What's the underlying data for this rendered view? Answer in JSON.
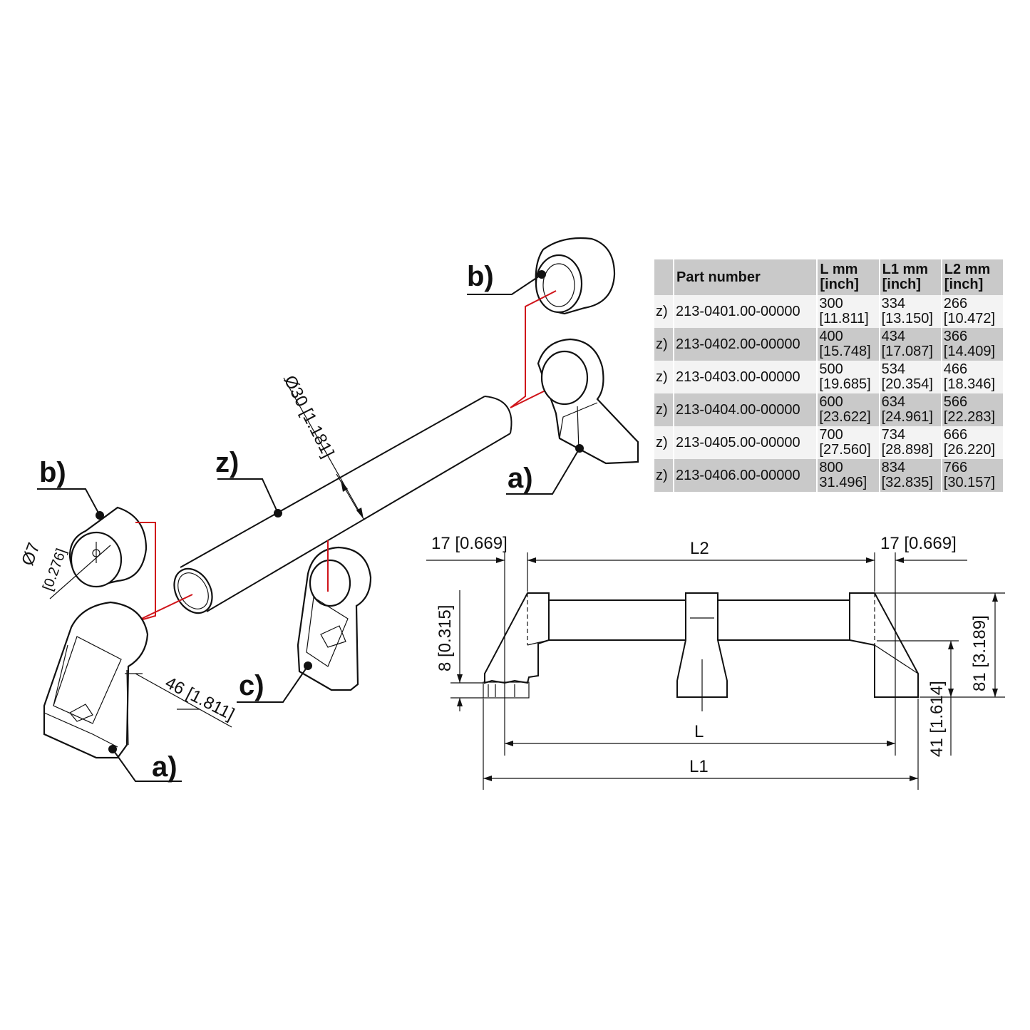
{
  "callouts": {
    "a_left": "a)",
    "a_right": "a)",
    "b_left": "b)",
    "b_top": "b)",
    "c": "c)",
    "z": "z)"
  },
  "dimensions": {
    "tube_diameter": "Ø30 [1.181]",
    "hole_diameter_mm": "Ø7",
    "hole_diameter_in": "[0.276]",
    "foot_width": "46 [1.811]",
    "end_left": "17 [0.669]",
    "end_right": "17 [0.669]",
    "l2": "L2",
    "l": "L",
    "l1": "L1",
    "base_height": "8 [0.315]",
    "total_height": "81 [3.189]",
    "tube_height": "41 [1.614]"
  },
  "table": {
    "headers": {
      "part": "Part number",
      "l_mm": "L mm",
      "l_inch": "[inch]",
      "l1_mm": "L1 mm",
      "l1_inch": "[inch]",
      "l2_mm": "L2 mm",
      "l2_inch": "[inch]"
    },
    "rows": [
      {
        "prefix": "z)",
        "part": "213-0401.00-00000",
        "l": "300",
        "l_in": "[11.811]",
        "l1": "334",
        "l1_in": "[13.150]",
        "l2": "266",
        "l2_in": "[10.472]"
      },
      {
        "prefix": "z)",
        "part": "213-0402.00-00000",
        "l": "400",
        "l_in": "[15.748]",
        "l1": "434",
        "l1_in": "[17.087]",
        "l2": "366",
        "l2_in": "[14.409]"
      },
      {
        "prefix": "z)",
        "part": "213-0403.00-00000",
        "l": "500",
        "l_in": "[19.685]",
        "l1": "534",
        "l1_in": "[20.354]",
        "l2": "466",
        "l2_in": "[18.346]"
      },
      {
        "prefix": "z)",
        "part": "213-0404.00-00000",
        "l": "600",
        "l_in": "[23.622]",
        "l1": "634",
        "l1_in": "[24.961]",
        "l2": "566",
        "l2_in": "[22.283]"
      },
      {
        "prefix": "z)",
        "part": "213-0405.00-00000",
        "l": "700",
        "l_in": "[27.560]",
        "l1": "734",
        "l1_in": "[28.898]",
        "l2": "666",
        "l2_in": "[26.220]"
      },
      {
        "prefix": "z)",
        "part": "213-0406.00-00000",
        "l": "800",
        "l_in": "31.496]",
        "l1": "834",
        "l1_in": "[32.835]",
        "l2": "766",
        "l2_in": "[30.157]"
      }
    ]
  },
  "colors": {
    "line": "#111111",
    "assembly_line": "#d0141a",
    "table_dark": "#c9c9c9",
    "table_light": "#f3f3f3"
  }
}
